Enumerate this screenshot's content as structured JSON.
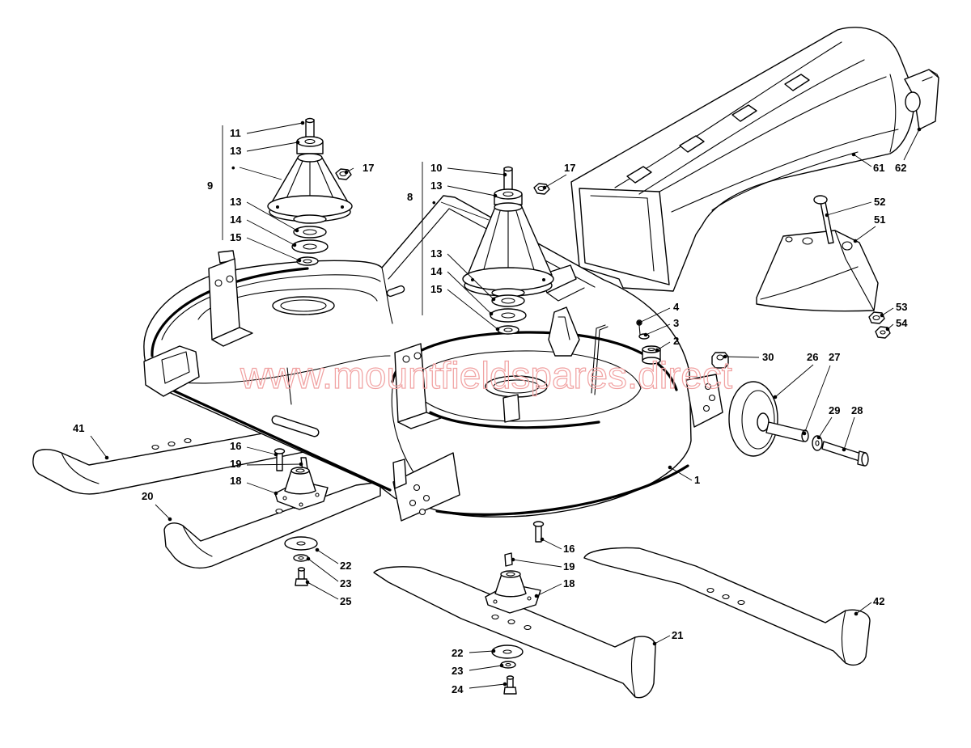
{
  "diagram": {
    "watermark": "www.mountfieldspares.direct",
    "callouts": [
      "11",
      "13",
      "•",
      "9",
      "17",
      "13",
      "14",
      "15",
      "10",
      "13",
      "•",
      "8",
      "17",
      "13",
      "14",
      "15",
      "4",
      "3",
      "2",
      "30",
      "26",
      "27",
      "29",
      "28",
      "61",
      "62",
      "52",
      "51",
      "53",
      "54",
      "1",
      "41",
      "16",
      "19",
      "18",
      "20",
      "22",
      "23",
      "25",
      "16",
      "19",
      "18",
      "42",
      "21",
      "22",
      "23",
      "24"
    ]
  },
  "colors": {
    "line": "#000000",
    "watermark": "#f1a3a3",
    "background": "#ffffff"
  }
}
